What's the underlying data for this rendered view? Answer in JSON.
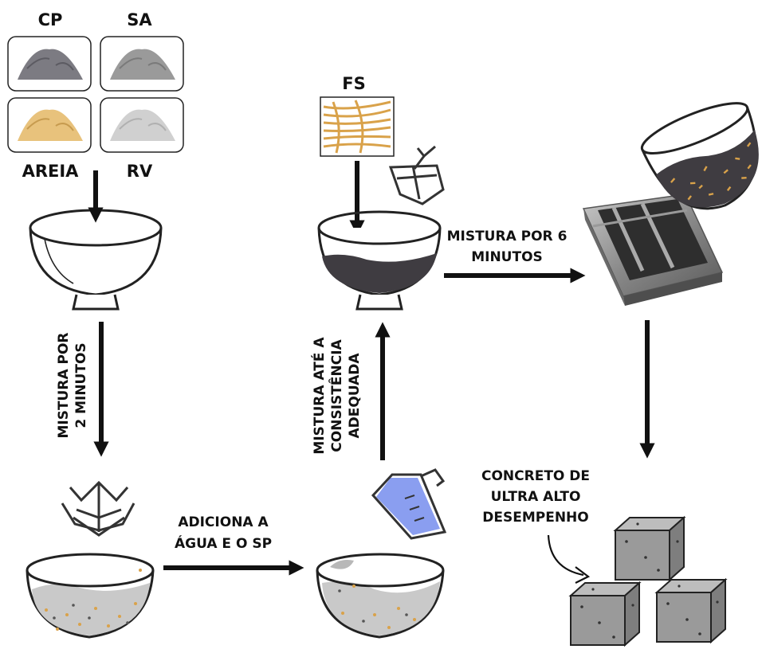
{
  "materials": {
    "cp": "CP",
    "sa": "SA",
    "areia": "AREIA",
    "rv": "RV"
  },
  "fs_label": "FS",
  "steps": {
    "mix2_line1": "MISTURA POR",
    "mix2_line2": "2 MINUTOS",
    "add_line1": "ADICIONA A",
    "add_line2": "ÁGUA E O SP",
    "consist_line1": "MISTURA ATÉ A",
    "consist_line2": "CONSISTÊNCIA",
    "consist_line3": "ADEQUADA",
    "mix6_line1": "MISTURA POR 6",
    "mix6_line2": "MINUTOS"
  },
  "result": {
    "line1": "CONCRETO DE",
    "line2": "ULTRA ALTO",
    "line3": "DESEMPENHO"
  },
  "colors": {
    "cp_pile": "#7c7b82",
    "sa_pile": "#9a9a9a",
    "areia_pile": "#e8c27c",
    "rv_pile": "#d0d0d0",
    "fresh_concrete": "#3f3c41",
    "water": "#8a9ef0",
    "fibers": "#d9a24a",
    "cube": "#9a9a9a"
  }
}
